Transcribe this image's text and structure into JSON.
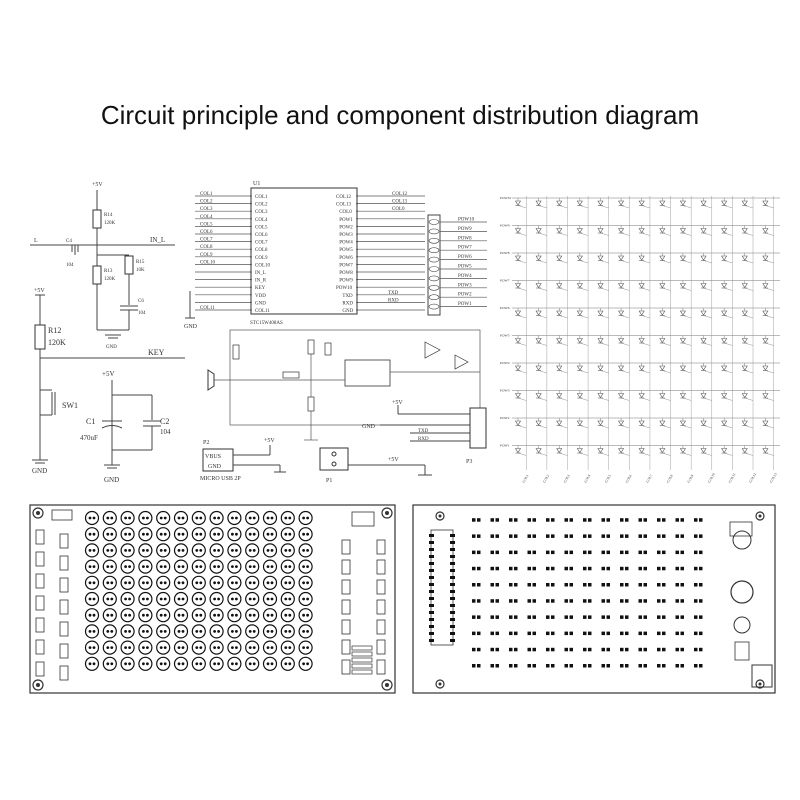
{
  "title": "Circuit principle and component distribution diagram",
  "mcu": {
    "ref": "U1",
    "part": "STC15W408AS",
    "left_pins": [
      "COL1",
      "COL2",
      "COL3",
      "COL4",
      "COL5",
      "COL6",
      "COL7",
      "COL8",
      "COL9",
      "COL10",
      "IN_L",
      "IN_R",
      "KEY",
      "VDD",
      "GND",
      "COL11"
    ],
    "right_pins": [
      "COL12",
      "COL13",
      "COL0",
      "POW1",
      "POW2",
      "POW3",
      "POW4",
      "POW5",
      "POW6",
      "POW7",
      "POW8",
      "POW9",
      "POW10",
      "TXD",
      "RXD",
      "GND"
    ]
  },
  "input_circuit": {
    "vcc": "+5V",
    "input": "L",
    "net": "IN_L",
    "c4": [
      "C4",
      "104"
    ],
    "r14": [
      "R14",
      "120K"
    ],
    "r15": [
      "R15",
      "10K"
    ],
    "r13": [
      "R13",
      "120K"
    ],
    "c6": [
      "C6",
      "104"
    ],
    "gnd": "GND"
  },
  "key_circuit": {
    "vcc": "+5V",
    "r12": [
      "R12",
      "120K"
    ],
    "net": "KEY",
    "switch": "SW1",
    "gnd": "GND"
  },
  "power_circuit": {
    "vcc": "+5V",
    "c1": [
      "C1",
      "470uF"
    ],
    "c2": [
      "C2",
      "104"
    ],
    "gnd": "GND"
  },
  "usb": {
    "ref": "P2",
    "pins": [
      "VBUS",
      "GND"
    ],
    "label": "MICRO USB 2P",
    "vcc": "+5V"
  },
  "p1": {
    "ref": "P1",
    "net": "+5V"
  },
  "p3": {
    "ref": "P3",
    "pins": [
      "+5V",
      "GND",
      "TXD",
      "RXD"
    ]
  },
  "pow_labels": [
    "POW10",
    "POW9",
    "POW8",
    "POW7",
    "POW6",
    "POW5",
    "POW4",
    "POW3",
    "POW2",
    "POW1"
  ],
  "col_labels": [
    "COL1",
    "COL2",
    "COL3",
    "COL4",
    "COL5",
    "COL6",
    "COL7",
    "COL8",
    "COL9",
    "COL10",
    "COL11",
    "COL12",
    "COL13"
  ],
  "matrix": {
    "rows": 10,
    "cols": 13
  },
  "pcb_front": {
    "rows": 10,
    "cols": 13
  },
  "pcb_back": {
    "rows": 10,
    "cols": 13
  },
  "colors": {
    "ink": "#333333",
    "pcb_fill": "#ffffff",
    "pad": "#111111"
  }
}
